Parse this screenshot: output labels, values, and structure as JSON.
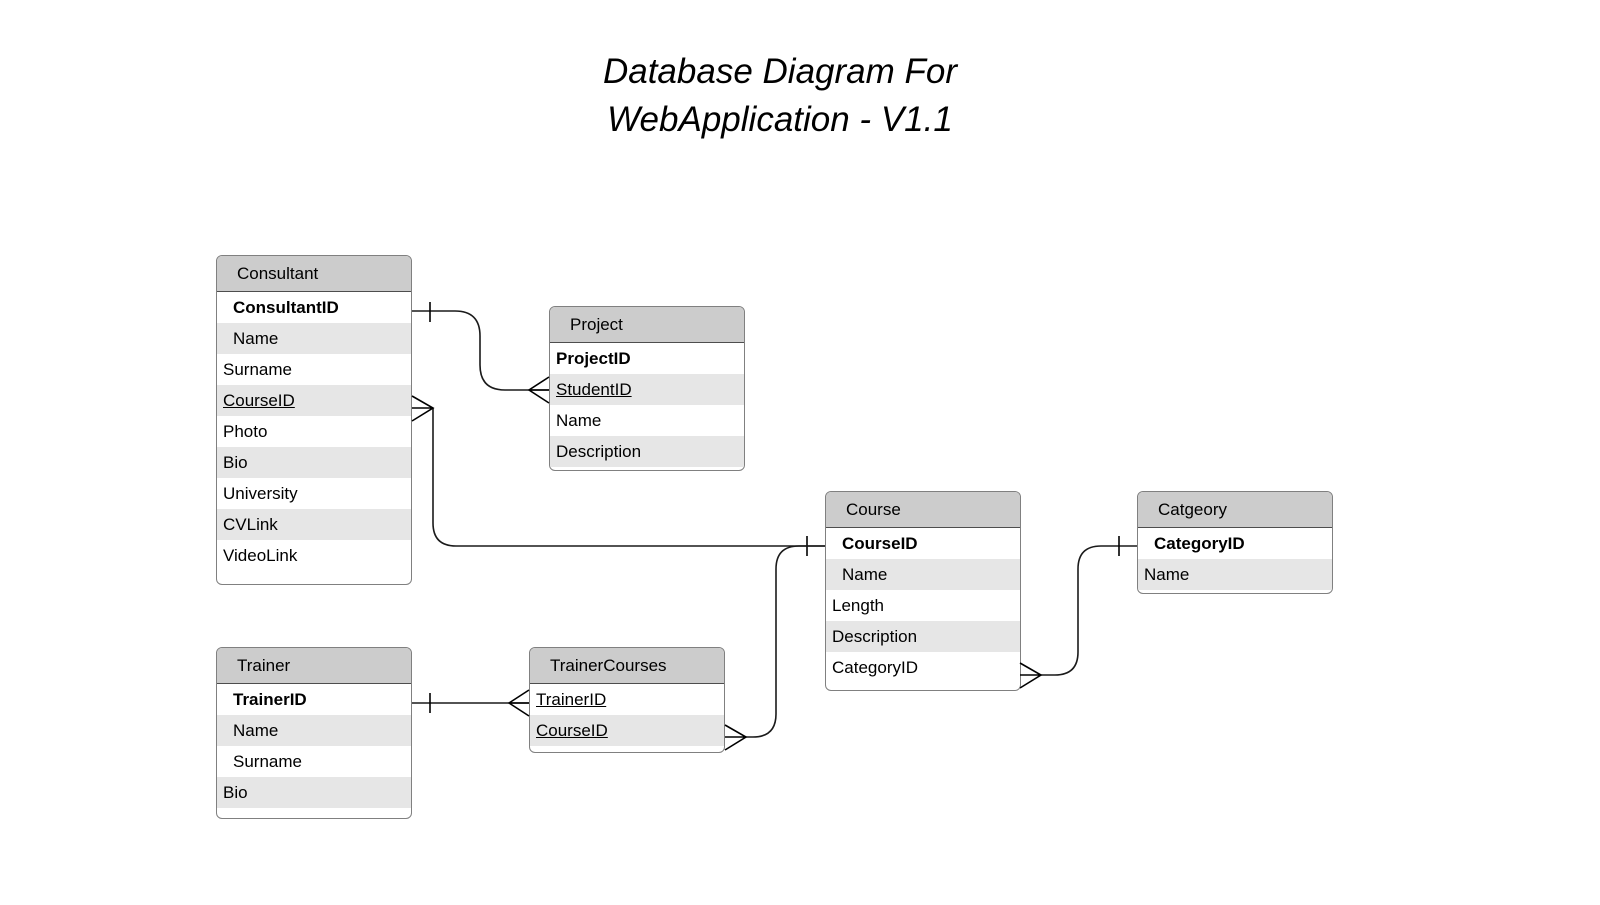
{
  "diagram": {
    "title": "Database Diagram For\nWebApplication - V1.1",
    "colors": {
      "header_fill": "#cccccc",
      "row_alt_fill": "#e6e6e6",
      "row_fill": "#ffffff",
      "border": "#808080",
      "line": "#1a1a1a",
      "text": "#000000"
    },
    "entities": [
      {
        "name": "Consultant",
        "fields": [
          {
            "label": "ConsultantID",
            "key": "primary",
            "style": "bold",
            "shade": "white",
            "indent": true
          },
          {
            "label": "Name",
            "key": "none",
            "style": "normal",
            "shade": "gray",
            "indent": true
          },
          {
            "label": "Surname",
            "key": "none",
            "style": "normal",
            "shade": "white",
            "indent": false
          },
          {
            "label": "CourseID",
            "key": "foreign",
            "style": "underline",
            "shade": "gray",
            "indent": false
          },
          {
            "label": "Photo",
            "key": "none",
            "style": "normal",
            "shade": "white",
            "indent": false
          },
          {
            "label": "Bio",
            "key": "none",
            "style": "normal",
            "shade": "gray",
            "indent": false
          },
          {
            "label": "University",
            "key": "none",
            "style": "normal",
            "shade": "white",
            "indent": false
          },
          {
            "label": "CVLink",
            "key": "none",
            "style": "normal",
            "shade": "gray",
            "indent": false
          },
          {
            "label": "VideoLink",
            "key": "none",
            "style": "normal",
            "shade": "white",
            "indent": false
          }
        ]
      },
      {
        "name": "Project",
        "fields": [
          {
            "label": "ProjectID",
            "key": "primary",
            "style": "bold",
            "shade": "white",
            "indent": false
          },
          {
            "label": "StudentID",
            "key": "foreign",
            "style": "underline",
            "shade": "gray",
            "indent": false
          },
          {
            "label": "Name",
            "key": "none",
            "style": "normal",
            "shade": "white",
            "indent": false
          },
          {
            "label": "Description",
            "key": "none",
            "style": "normal",
            "shade": "gray",
            "indent": false
          }
        ]
      },
      {
        "name": "Course",
        "fields": [
          {
            "label": "CourseID",
            "key": "primary",
            "style": "bold",
            "shade": "white",
            "indent": true
          },
          {
            "label": "Name",
            "key": "none",
            "style": "normal",
            "shade": "gray",
            "indent": true
          },
          {
            "label": "Length",
            "key": "none",
            "style": "normal",
            "shade": "white",
            "indent": false
          },
          {
            "label": "Description",
            "key": "none",
            "style": "normal",
            "shade": "gray",
            "indent": false
          },
          {
            "label": "CategoryID",
            "key": "none",
            "style": "normal",
            "shade": "white",
            "indent": false
          }
        ]
      },
      {
        "name": "Catgeory",
        "fields": [
          {
            "label": "CategoryID",
            "key": "primary",
            "style": "bold",
            "shade": "white",
            "indent": true
          },
          {
            "label": "Name",
            "key": "none",
            "style": "normal",
            "shade": "gray",
            "indent": false
          }
        ]
      },
      {
        "name": "Trainer",
        "fields": [
          {
            "label": "TrainerID",
            "key": "primary",
            "style": "bold",
            "shade": "white",
            "indent": true
          },
          {
            "label": "Name",
            "key": "none",
            "style": "normal",
            "shade": "gray",
            "indent": true
          },
          {
            "label": "Surname",
            "key": "none",
            "style": "normal",
            "shade": "white",
            "indent": true
          },
          {
            "label": "Bio",
            "key": "none",
            "style": "normal",
            "shade": "gray",
            "indent": false
          }
        ]
      },
      {
        "name": "TrainerCourses",
        "fields": [
          {
            "label": "TrainerID",
            "key": "foreign",
            "style": "underline",
            "shade": "white",
            "indent": false
          },
          {
            "label": "CourseID",
            "key": "foreign",
            "style": "underline",
            "shade": "gray",
            "indent": false
          }
        ]
      }
    ],
    "relationships": [
      {
        "from": "Consultant.ConsultantID",
        "to": "Project.StudentID",
        "from_cardinality": "one",
        "to_cardinality": "many"
      },
      {
        "from": "Consultant.CourseID",
        "to": "Course.CourseID",
        "from_cardinality": "many",
        "to_cardinality": "one"
      },
      {
        "from": "Trainer.TrainerID",
        "to": "TrainerCourses.TrainerID",
        "from_cardinality": "one",
        "to_cardinality": "many"
      },
      {
        "from": "TrainerCourses.CourseID",
        "to": "Course.CourseID",
        "from_cardinality": "many",
        "to_cardinality": "one"
      },
      {
        "from": "Course.CategoryID",
        "to": "Catgeory.CategoryID",
        "from_cardinality": "many",
        "to_cardinality": "one"
      }
    ]
  }
}
